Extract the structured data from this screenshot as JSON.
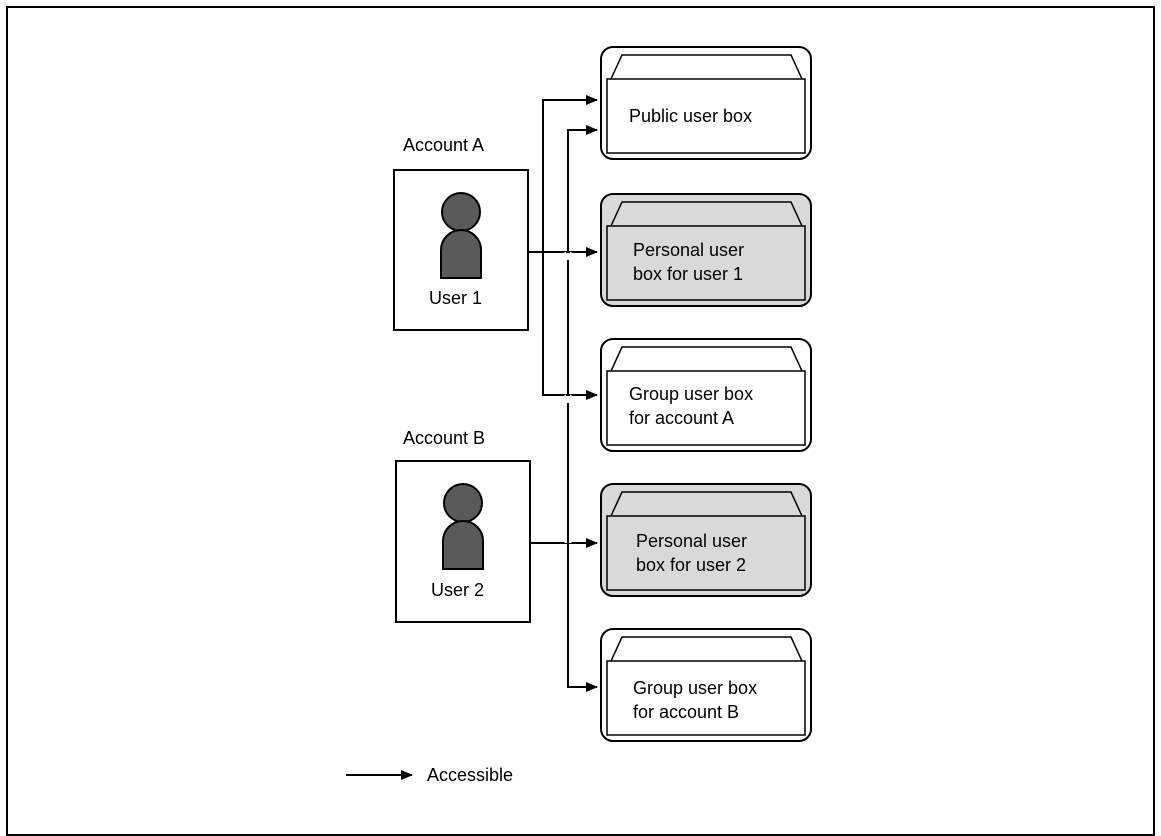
{
  "accounts": [
    {
      "label": "Account A",
      "user": "User 1"
    },
    {
      "label": "Account B",
      "user": "User 2"
    }
  ],
  "boxes": [
    {
      "lines": [
        "Public user box"
      ],
      "type": "public",
      "fill": "#ffffff"
    },
    {
      "lines": [
        "Personal user",
        "box for user 1"
      ],
      "type": "personal",
      "fill": "#d9d9d9"
    },
    {
      "lines": [
        "Group user box",
        "for account A"
      ],
      "type": "group",
      "fill": "#ffffff"
    },
    {
      "lines": [
        "Personal user",
        "box for user 2"
      ],
      "type": "personal",
      "fill": "#d9d9d9"
    },
    {
      "lines": [
        "Group user box",
        "for account B"
      ],
      "type": "group",
      "fill": "#ffffff"
    }
  ],
  "legend": {
    "label": "Accessible"
  },
  "colors": {
    "person": "#5a5a5a",
    "personal_box": "#d9d9d9",
    "line": "#000000"
  }
}
